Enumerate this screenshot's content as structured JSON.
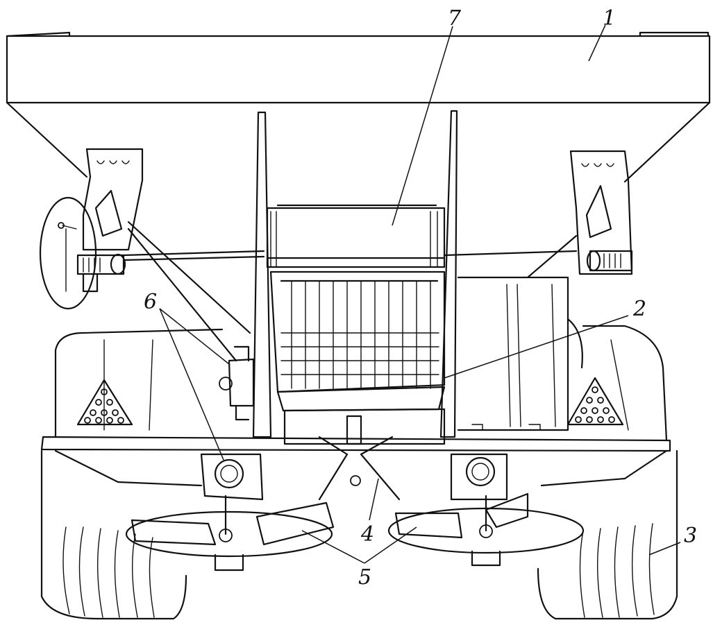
{
  "callouts": [
    {
      "label": "1",
      "part": "hopper"
    },
    {
      "label": "2",
      "part": "grate"
    },
    {
      "label": "3",
      "part": "wheel"
    },
    {
      "label": "4",
      "part": "deflector"
    },
    {
      "label": "5",
      "part": "spinner-discs"
    },
    {
      "label": "6",
      "part": "gearboxes"
    },
    {
      "label": "7",
      "part": "conveyor-roller"
    }
  ]
}
